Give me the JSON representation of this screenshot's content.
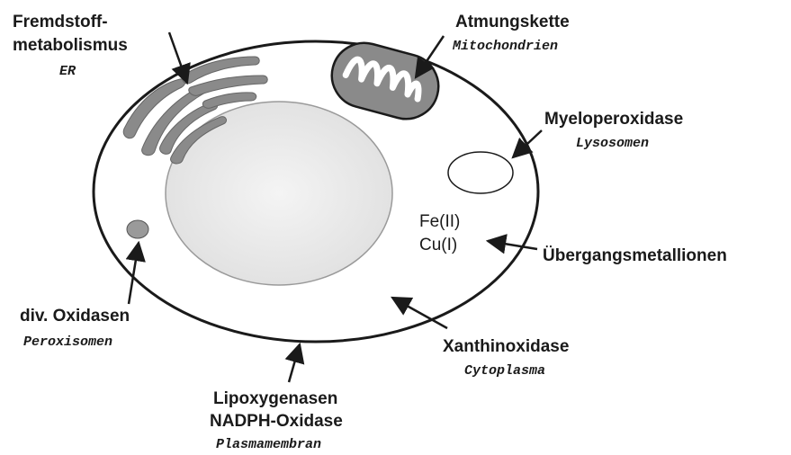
{
  "labels": {
    "er": {
      "line1": "Fremdstoff-",
      "line2": "metabolismus",
      "location": "ER"
    },
    "mito": {
      "name": "Atmungskette",
      "location": "Mitochondrien"
    },
    "lyso": {
      "name": "Myeloperoxidase",
      "location": "Lysosomen"
    },
    "ions": {
      "fe": "Fe(II)",
      "cu": "Cu(I)",
      "name": "Übergangsmetallionen"
    },
    "xanthine": {
      "name": "Xanthinoxidase",
      "location": "Cytoplasma"
    },
    "membrane": {
      "line1": "Lipoxygenasen",
      "line2": "NADPH-Oxidase",
      "location": "Plasmamembran"
    },
    "perox": {
      "name": "div. Oxidasen",
      "location": "Peroxisomen"
    }
  },
  "colors": {
    "ink": "#1a1a1a",
    "organelle_fill": "#8a8a8a",
    "nucleus_fill": "#efefef"
  }
}
